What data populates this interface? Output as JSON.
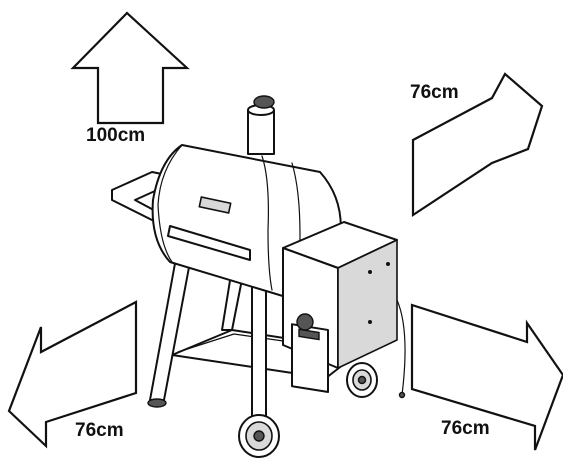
{
  "clearances": {
    "top": "100cm",
    "right_upper": "76cm",
    "left_lower": "76cm",
    "right_lower": "76cm"
  },
  "icons": {
    "top": "arrow-up-icon",
    "right_upper": "arrow-up-right-icon",
    "left_lower": "arrow-down-left-icon",
    "right_lower": "arrow-down-right-icon",
    "appliance": "pellet-grill-illustration"
  }
}
